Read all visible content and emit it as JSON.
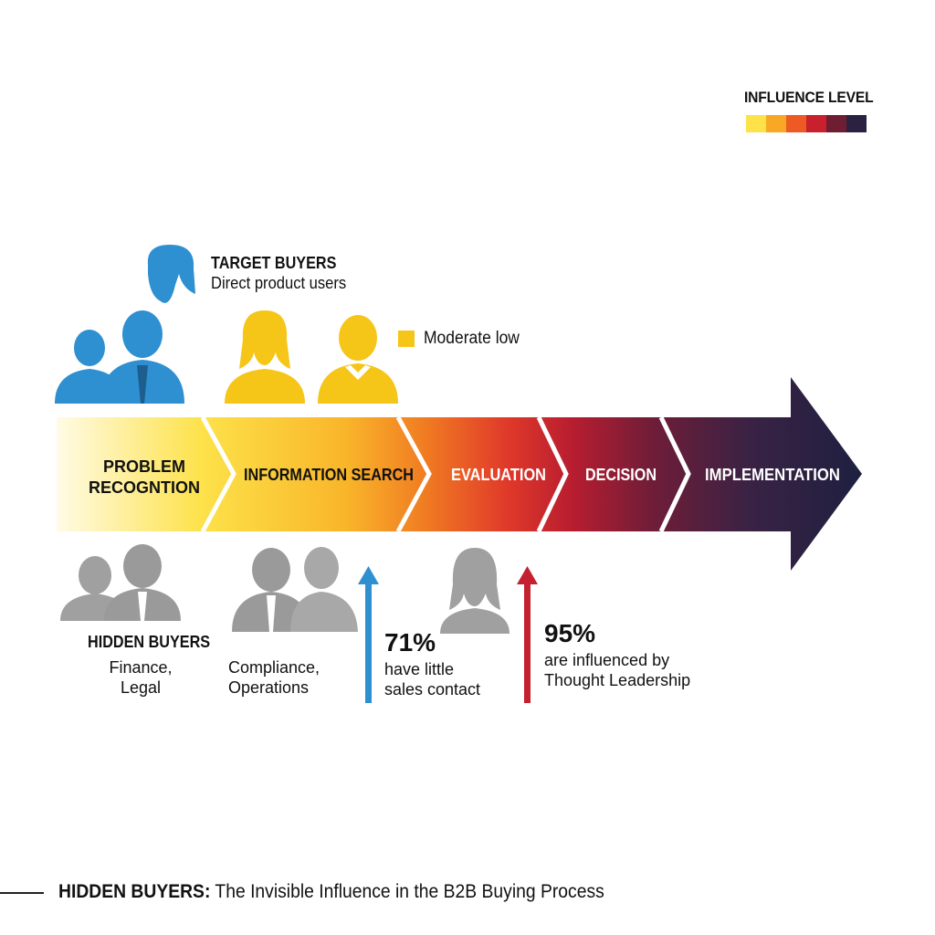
{
  "legend": {
    "title": "INFLUENCE LEVEL",
    "colors": [
      "#fde24a",
      "#f9a826",
      "#ee5a24",
      "#c8202c",
      "#6f1d33",
      "#2a2240"
    ]
  },
  "target_buyers": {
    "title": "TARGET BUYERS",
    "subtitle": "Direct product users",
    "icon_color": "#2e8fd1"
  },
  "moderate": {
    "label": "Moderate low",
    "color": "#f5c518"
  },
  "stages": [
    {
      "label_line1": "PROBLEM",
      "label_line2": "RECOGNTION"
    },
    {
      "label_line1": "INFORMATION SEARCH",
      "label_line2": ""
    },
    {
      "label_line1": "EVALUATION",
      "label_line2": ""
    },
    {
      "label_line1": "DECISION",
      "label_line2": ""
    },
    {
      "label_line1": "IMPLEMENTATION",
      "label_line2": ""
    }
  ],
  "hidden_buyers": {
    "title": "HIDDEN BUYERS",
    "group1": "Finance, Legal",
    "group2": "Compliance, Operations",
    "icon_color": "#9a9a9a"
  },
  "stats": [
    {
      "value": "71%",
      "text": "have little sales contact",
      "arrow_color": "#2e8fd1"
    },
    {
      "value": "95%",
      "text": "are influenced by Thought Leadership",
      "arrow_color": "#c42030"
    }
  ],
  "footer": {
    "bold": "HIDDEN BUYERS:",
    "text": " The Invisible Influence in the B2B Buying Process"
  }
}
